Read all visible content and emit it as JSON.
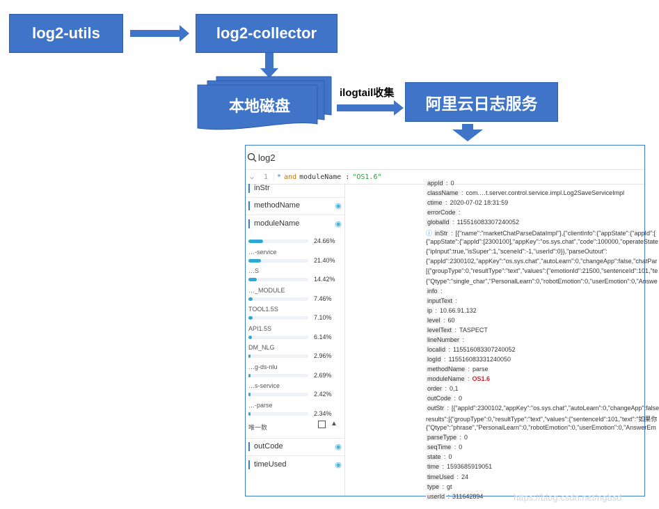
{
  "diagram": {
    "nodes": {
      "log2_utils": "log2-utils",
      "log2_collector": "log2-collector",
      "local_disk": "本地磁盘",
      "aliyun_log": "阿里云日志服务"
    },
    "edge_label": "ilogtail收集",
    "colors": {
      "node_fill": "#3f74c8",
      "arrow": "#3f74c8"
    }
  },
  "panel": {
    "title": "log2",
    "query": {
      "line_no": "1",
      "star": "*",
      "keyword": "and",
      "field": "moduleName :",
      "value": "\"OS1.6\""
    },
    "fields": [
      {
        "name": "inStr"
      },
      {
        "name": "methodName"
      },
      {
        "name": "moduleName"
      },
      {
        "name": "outCode"
      },
      {
        "name": "timeUsed"
      }
    ],
    "stats": [
      {
        "label": "",
        "pct": "24.66%",
        "v": 24.66
      },
      {
        "label": "…-service",
        "pct": "21.40%",
        "v": 21.4
      },
      {
        "label": "…S",
        "pct": "14.42%",
        "v": 14.42
      },
      {
        "label": "…_MODULE",
        "pct": "7.46%",
        "v": 7.46
      },
      {
        "label": "TOOL1.5S",
        "pct": "7.10%",
        "v": 7.1
      },
      {
        "label": "API1.5S",
        "pct": "6.14%",
        "v": 6.14
      },
      {
        "label": "DM_NLG",
        "pct": "2.96%",
        "v": 2.96
      },
      {
        "label": "…g-ds-nlu",
        "pct": "2.69%",
        "v": 2.69
      },
      {
        "label": "…s-service",
        "pct": "2.42%",
        "v": 2.42
      },
      {
        "label": "…-parse",
        "pct": "2.34%",
        "v": 2.34
      }
    ],
    "distinct_label": "唯一数",
    "record": [
      {
        "k": "appId",
        "v": "0"
      },
      {
        "k": "className",
        "v": "com.…t.server.control.service.impl.Log2SaveServiceImpl"
      },
      {
        "k": "ctime",
        "v": "2020-07-02 18:31:59"
      },
      {
        "k": "errorCode",
        "v": ""
      },
      {
        "k": "globalId",
        "v": "115516083307240052"
      },
      {
        "k": "inStr",
        "v": "[{\"name\":\"marketChatParseDataImpl\"},{\"clientInfo\":{\"appState\":{\"appId\":[",
        "info": true
      },
      {
        "k": "",
        "v": "{\"appState\":{\"appId\":[2300100],\"appKey\":\"os.sys.chat\",\"code\":100000,\"operateState"
      },
      {
        "k": "",
        "v": "{\"ipInput\":true,\"isSuper\":1,\"sceneId\":-1,\"userId\":0}},\"parseOutout\":"
      },
      {
        "k": "",
        "v": "{\"appId\":2300102,\"appKey\":\"os.sys.chat\",\"autoLearn\":0,\"changeApp\":false,\"chatPar"
      },
      {
        "k": "",
        "v": "[{\"groupType\":0,\"resultType\":\"text\",\"values\":{\"emotionId\":21500,\"sentenceId\":101,\"te"
      },
      {
        "k": "",
        "v": "{\"Qtype\":\"single_char\",\"PersonalLearn\":0,\"robotEmotion\":0,\"userEmotion\":0,\"Answe"
      },
      {
        "k": "info",
        "v": ""
      },
      {
        "k": "inputText",
        "v": ""
      },
      {
        "k": "ip",
        "v": "10.66.91.132"
      },
      {
        "k": "level",
        "v": "60"
      },
      {
        "k": "levelText",
        "v": "TASPECT"
      },
      {
        "k": "lineNumber",
        "v": ""
      },
      {
        "k": "localId",
        "v": "115516083307240052"
      },
      {
        "k": "logId",
        "v": "115516083331240050"
      },
      {
        "k": "methodName",
        "v": "parse"
      },
      {
        "k": "moduleName",
        "v": "OS1.6",
        "red": true
      },
      {
        "k": "order",
        "v": "0,1"
      },
      {
        "k": "outCode",
        "v": "0"
      },
      {
        "k": "outStr",
        "v": "[{\"appId\":2300102,\"appKey\":\"os.sys.chat\",\"autoLearn\":0,\"changeApp\":false"
      },
      {
        "k": "",
        "v": "results\":[{\"groupType\":0,\"resultType\":\"text\",\"values\":{\"sentenceId\":101,\"text\":\"如果你"
      },
      {
        "k": "",
        "v": "{\"Qtype\":\"phrase\",\"PersonalLearn\":0,\"robotEmotion\":0,\"userEmotion\":0,\"AnswerEm"
      },
      {
        "k": "parseType",
        "v": "0"
      },
      {
        "k": "seqTime",
        "v": "0"
      },
      {
        "k": "state",
        "v": "0"
      },
      {
        "k": "time",
        "v": "1593685919051"
      },
      {
        "k": "timeUsed",
        "v": "24"
      },
      {
        "k": "type",
        "v": "gt"
      },
      {
        "k": "userId",
        "v": "311642894"
      }
    ]
  },
  "watermark": "https://blog.csdn.net/ngbsd"
}
